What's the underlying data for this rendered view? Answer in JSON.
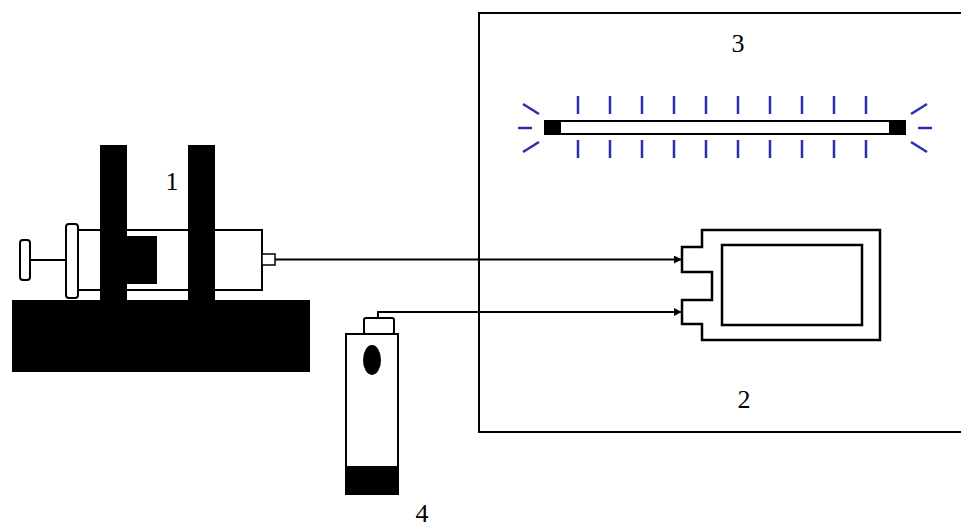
{
  "diagram": {
    "nodes": [
      {
        "text": [
          "2"
        ]
      }
    ],
    "labels": [
      "3",
      "1",
      "4"
    ]
  }
}
